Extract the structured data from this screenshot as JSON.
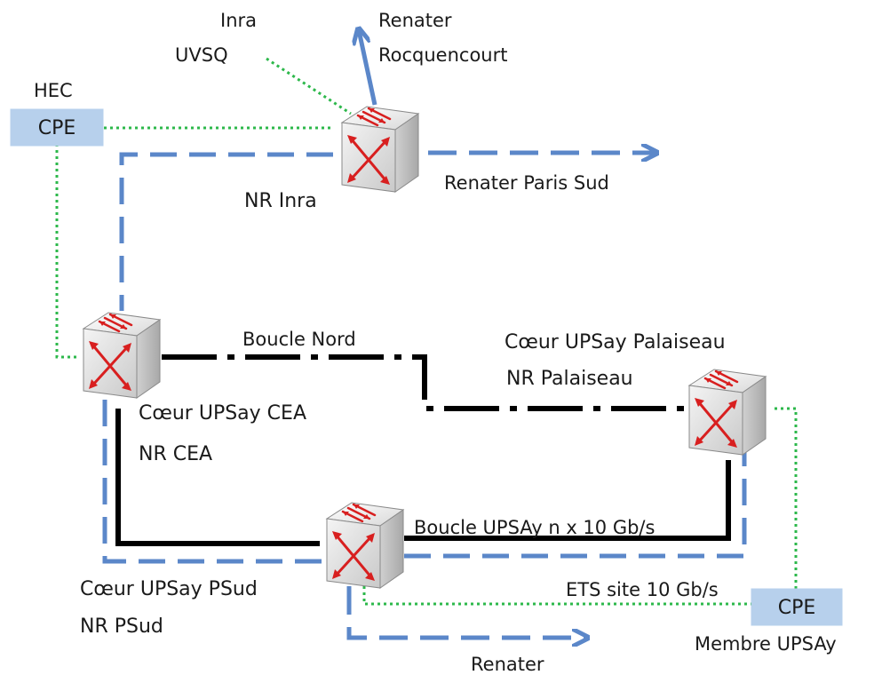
{
  "colors": {
    "blue_link": "#5b87c9",
    "green_link": "#2db84b",
    "black_link": "#000000",
    "cpe_fill": "#b7d0ec",
    "router_face": "#e9e9e9",
    "router_arrow": "#d81f1f"
  },
  "labels": {
    "hec": "HEC",
    "inra": "Inra",
    "uvsq": "UVSQ",
    "renater": "Renater",
    "rocquencourt": "Rocquencourt",
    "renater_paris_sud": "Renater Paris Sud",
    "nr_inra": "NR Inra",
    "boucle_nord": "Boucle Nord",
    "coeur_palaiseau": "Cœur UPSay Palaiseau",
    "nr_palaiseau": "NR Palaiseau",
    "coeur_cea": "Cœur UPSay CEA",
    "nr_cea": "NR CEA",
    "boucle_upsay": "Boucle UPSAy n x 10 Gb/s",
    "coeur_psud": "Cœur UPSay PSud",
    "nr_psud": "NR PSud",
    "ets_site": "ETS site 10 Gb/s",
    "membre_upsay": "Membre UPSAy",
    "renater_bottom": "Renater"
  },
  "cpe": {
    "hec_label": "CPE",
    "membre_label": "CPE"
  },
  "nodes": [
    "NR Inra",
    "Cœur UPSay CEA",
    "Cœur UPSay Palaiseau",
    "Cœur UPSay PSud"
  ],
  "links": [
    {
      "from": "Cœur UPSay CEA",
      "to": "Cœur UPSay Palaiseau",
      "label": "Boucle Nord",
      "style": "black dash-dot"
    },
    {
      "from": "Cœur UPSay CEA",
      "to": "Cœur UPSay PSud",
      "label": "Boucle UPSAy n x 10 Gb/s",
      "style": "black solid"
    },
    {
      "from": "Cœur UPSay PSud",
      "to": "Cœur UPSay Palaiseau",
      "label": "Boucle UPSAy n x 10 Gb/s",
      "style": "black solid"
    },
    {
      "from": "NR Inra",
      "to": "Renater Rocquencourt",
      "style": "blue solid arrow"
    },
    {
      "from": "NR Inra",
      "to": "Renater Paris Sud",
      "style": "blue dashed arrow"
    },
    {
      "from": "Cœur UPSay PSud",
      "to": "Renater",
      "style": "blue dashed arrow"
    },
    {
      "from": "HEC CPE",
      "to": "NR Inra",
      "style": "green dotted"
    },
    {
      "from": "HEC CPE",
      "to": "Cœur UPSay CEA",
      "style": "green dotted"
    },
    {
      "from": "Inra UVSQ",
      "to": "NR Inra",
      "style": "green dotted"
    },
    {
      "from": "Cœur UPSay PSud",
      "to": "Membre UPSAy CPE",
      "label": "ETS site 10 Gb/s",
      "style": "green dotted"
    },
    {
      "from": "Cœur UPSay Palaiseau",
      "to": "Membre UPSAy CPE",
      "style": "green dotted"
    }
  ]
}
